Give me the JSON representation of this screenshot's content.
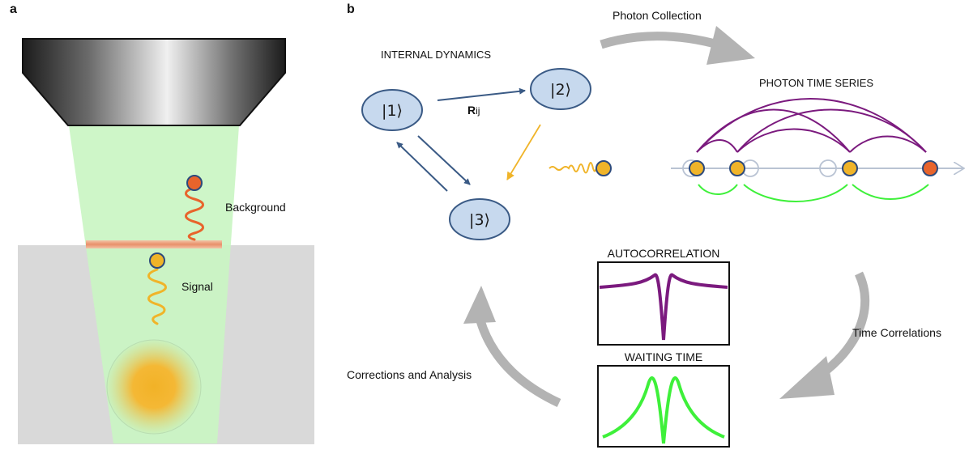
{
  "panels": {
    "a": {
      "letter": "a",
      "background_label": "Background",
      "signal_label": "Signal"
    },
    "b": {
      "letter": "b",
      "internal_dynamics_title": "INTERNAL DYNAMICS",
      "states": [
        "|1⟩",
        "|2⟩",
        "|3⟩"
      ],
      "rate_label_main": "R",
      "rate_label_sub": "ij",
      "photon_collection": "Photon Collection",
      "photon_time_series": "PHOTON TIME SERIES",
      "time_correlations": "Time Correlations",
      "autocorrelation": "AUTOCORRELATION",
      "waiting_time": "WAITING TIME",
      "corrections": "Corrections and Analysis"
    }
  },
  "colors": {
    "signal_photon": "#f0b429",
    "background_photon": "#e8642c",
    "beam": "#c9f5c2",
    "sample": "#d9d9d9",
    "state_fill": "#c7d9ee",
    "state_stroke": "#3a5a85",
    "arrow_blue": "#3a5a85",
    "arrow_gray": "#b3b3b3",
    "autocorr_curve": "#7b1a7e",
    "waiting_curve": "#3ef03a"
  }
}
